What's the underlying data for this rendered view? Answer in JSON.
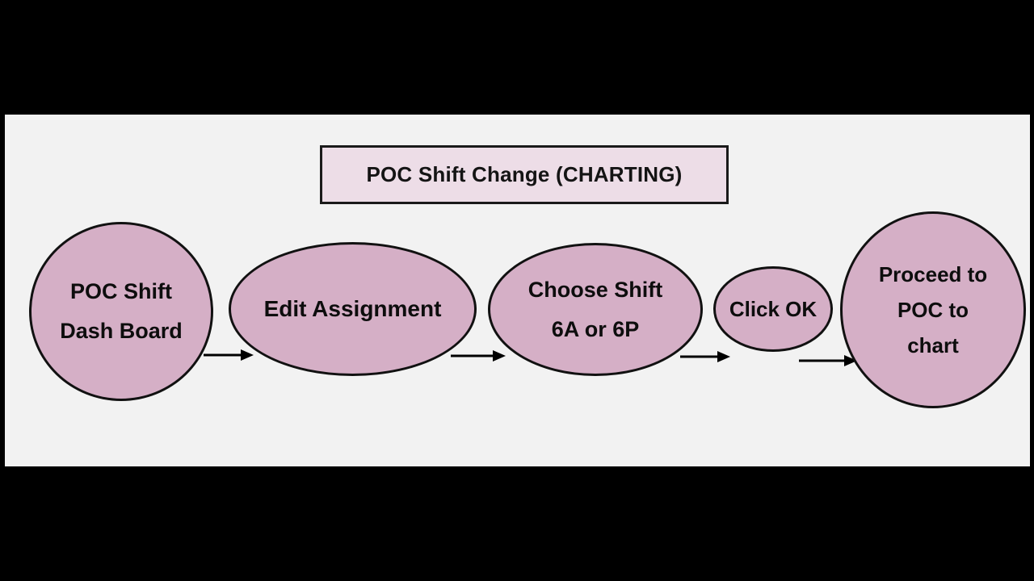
{
  "slide": {
    "background_color": "#f2f2f2",
    "letterbox_color": "#000000",
    "title": {
      "text": "POC Shift Change (CHARTING)",
      "fill_color": "#eddde7",
      "border_color": "#1a1a1a"
    }
  },
  "flow": {
    "node_fill_color": "#d5afc6",
    "node_border_color": "#111111",
    "arrow_color": "#000000",
    "nodes": [
      {
        "id": "poc-shift-dash-board",
        "shape": "circle",
        "lines": [
          "POC Shift",
          "Dash Board"
        ]
      },
      {
        "id": "edit-assignment",
        "shape": "ellipse",
        "lines": [
          "Edit Assignment"
        ]
      },
      {
        "id": "choose-shift",
        "shape": "ellipse",
        "lines": [
          "Choose Shift",
          "6A or 6P"
        ]
      },
      {
        "id": "click-ok",
        "shape": "ellipse",
        "lines": [
          "Click OK"
        ]
      },
      {
        "id": "proceed-to-poc-to-chart",
        "shape": "circle",
        "lines": [
          "Proceed to",
          "POC to",
          "chart"
        ]
      }
    ],
    "connectors": [
      {
        "id": "arrow-1",
        "from": "poc-shift-dash-board",
        "to": "edit-assignment",
        "style": "solid-arrow"
      },
      {
        "id": "arrow-2",
        "from": "edit-assignment",
        "to": "choose-shift",
        "style": "solid-arrow"
      },
      {
        "id": "arrow-3",
        "from": "choose-shift",
        "to": "click-ok",
        "style": "solid-arrow"
      },
      {
        "id": "arrow-4",
        "from": "click-ok",
        "to": "proceed-to-poc-to-chart",
        "style": "solid-arrow"
      }
    ]
  }
}
